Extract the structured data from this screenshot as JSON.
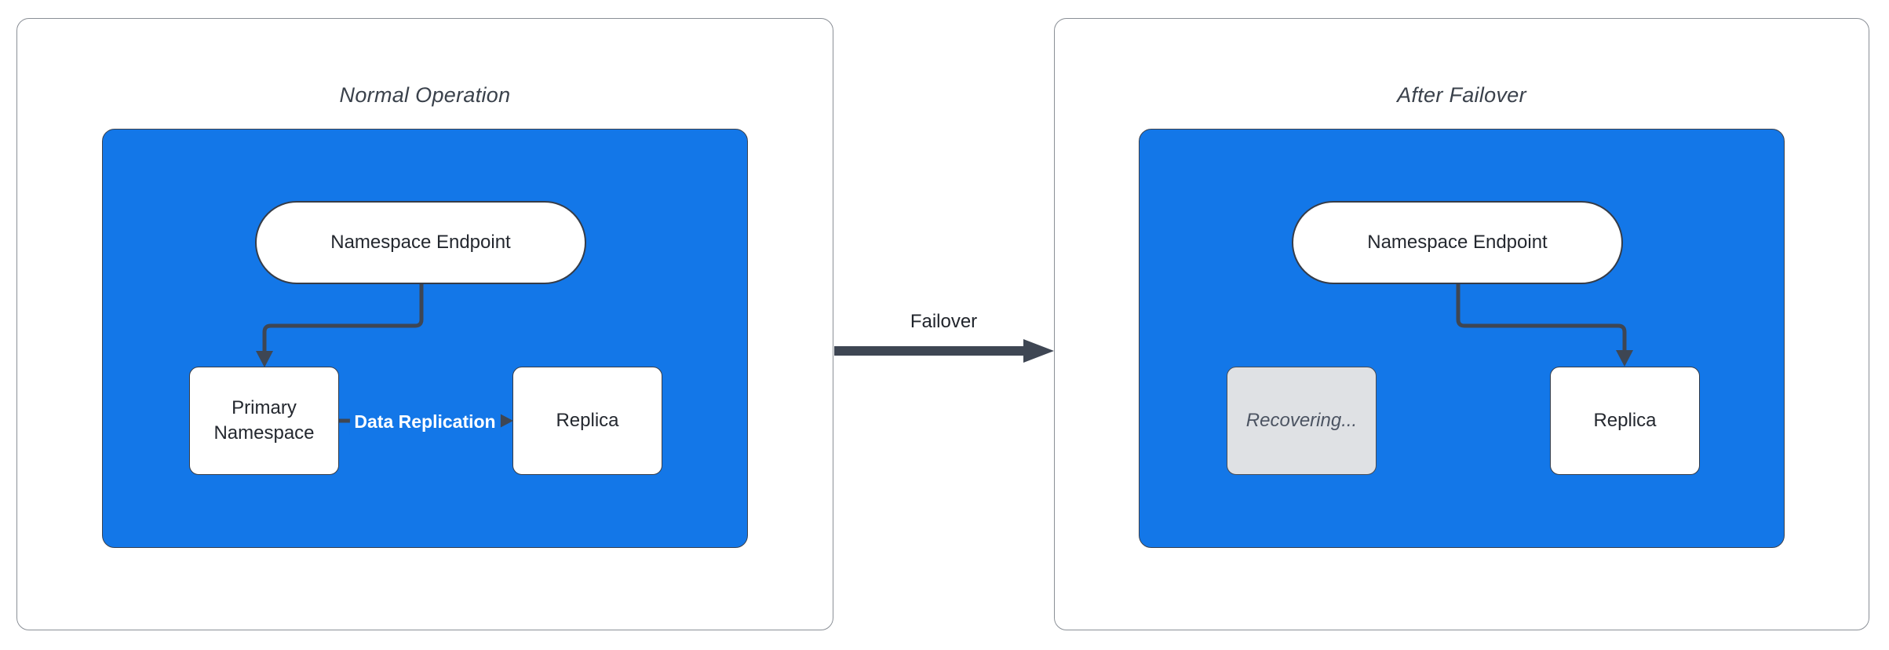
{
  "colors": {
    "container_blue": "#1377e8",
    "connector_dark": "#3e4653",
    "node_border": "#363c47",
    "panel_border": "#8a8f96",
    "recovering_fill": "#dfe1e4",
    "recovering_text": "#4c5462",
    "title_text": "#3a414b",
    "node_text": "#24282f",
    "replication_label_text": "#ffffff"
  },
  "left_panel": {
    "title": "Normal Operation",
    "endpoint_label": "Namespace Endpoint",
    "primary_label": "Primary Namespace",
    "replica_label": "Replica",
    "replication_arrow_label": "Data Replication"
  },
  "failover": {
    "label": "Failover"
  },
  "right_panel": {
    "title": "After Failover",
    "endpoint_label": "Namespace Endpoint",
    "recovering_label": "Recovering...",
    "replica_label": "Replica"
  }
}
